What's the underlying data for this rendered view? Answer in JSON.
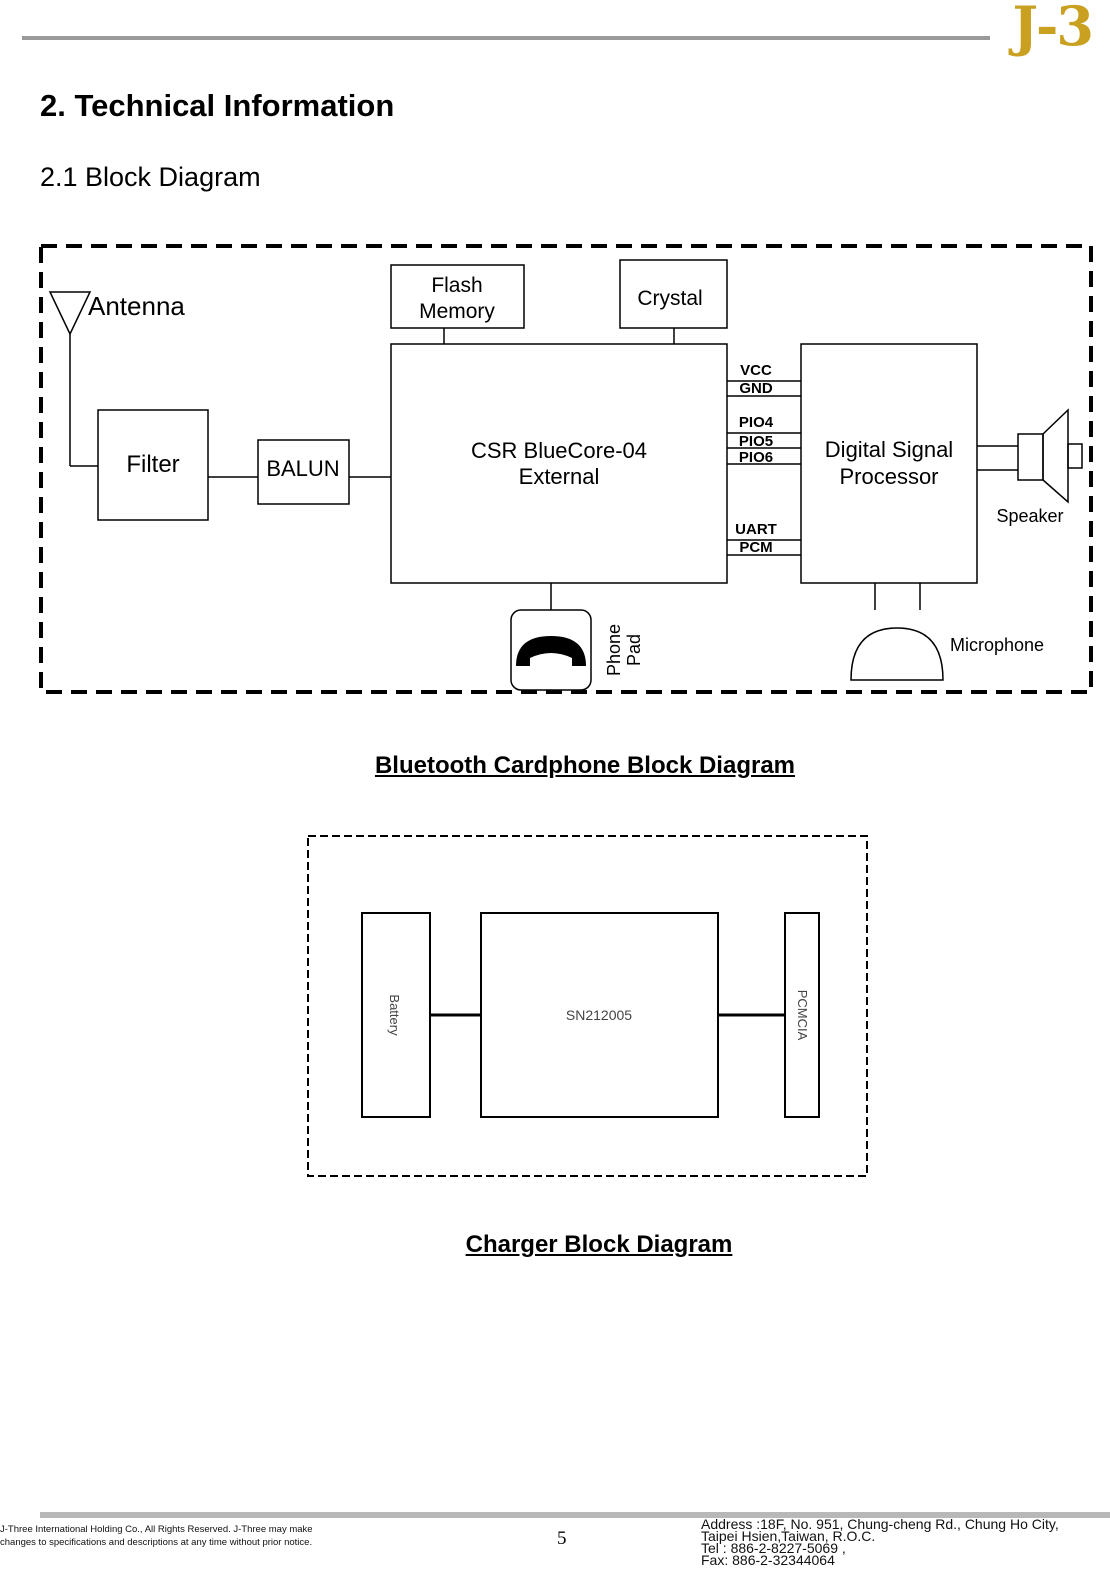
{
  "header": {
    "logo": "J-3"
  },
  "section_title": "2. Technical Information",
  "subsection_title": "2.1 Block Diagram",
  "diagram1": {
    "antenna": "Antenna",
    "filter": "Filter",
    "balun": "BALUN",
    "flash_line1": "Flash",
    "flash_line2": "Memory",
    "crystal": "Crystal",
    "csr_line1": "CSR BlueCore-04",
    "csr_line2": "External",
    "dsp_line1": "Digital Signal",
    "dsp_line2": "Processor",
    "signals": [
      "VCC",
      "GND",
      "PIO4",
      "PIO5",
      "PIO6",
      "UART",
      "PCM"
    ],
    "speaker": "Speaker",
    "microphone": "Microphone",
    "phone_line1": "Phone",
    "phone_line2": "Pad",
    "caption": "Bluetooth Cardphone Block Diagram"
  },
  "diagram2": {
    "battery": "Battery",
    "chip": "SN212005",
    "pcmcia": "PCMCIA",
    "caption": "Charger Block Diagram"
  },
  "footer": {
    "left_line1": "J-Three International Holding Co., All Rights Reserved. J-Three may make",
    "left_line2": "changes to specifications and descriptions at any time without prior notice.",
    "page_number": "5",
    "address": "Address :18F, No. 951, Chung-cheng Rd., Chung Ho City,",
    "city": "Taipei Hsien,Taiwan, R.O.C.",
    "tel": "Tel : 886-2-8227-5069 ,",
    "fax": "Fax: 886-2-32344064"
  }
}
